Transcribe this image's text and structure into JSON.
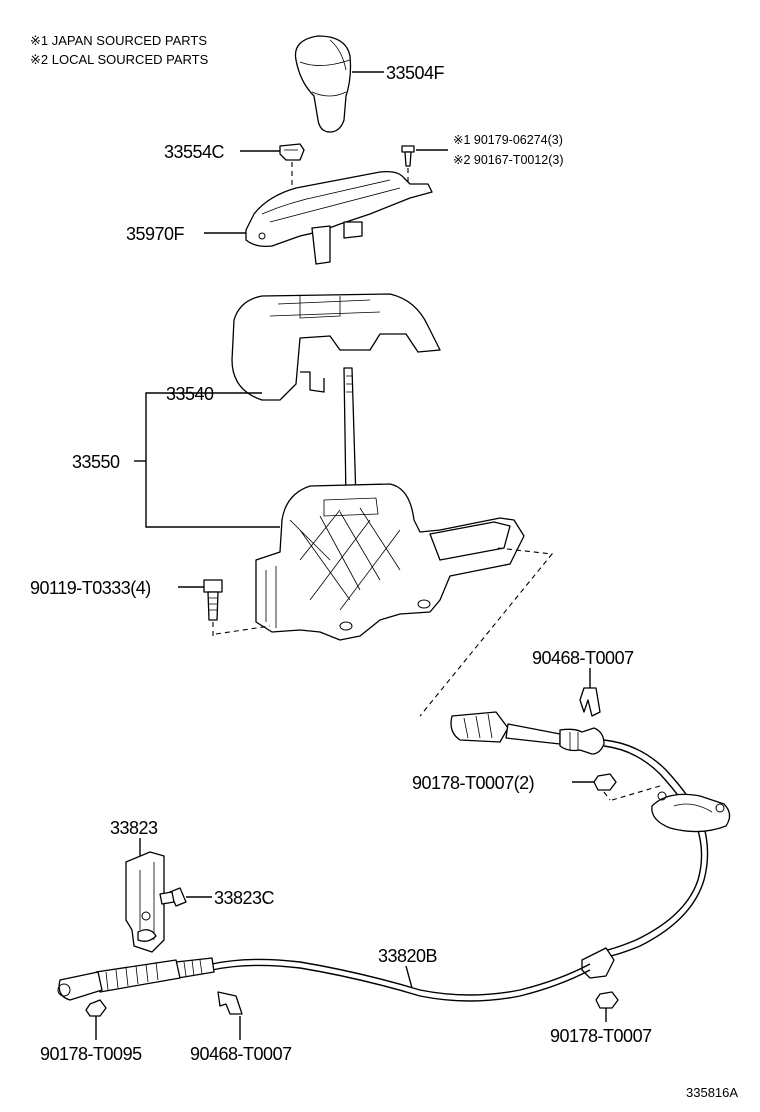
{
  "notes": [
    "※1 JAPAN SOURCED PARTS",
    "※2 LOCAL SOURCED PARTS"
  ],
  "labels": {
    "knob": "33504F",
    "clip": "33554C",
    "screw_jp": "※1 90179-06274(3)",
    "screw_local": "※2 90167-T0012(3)",
    "indicator": "35970F",
    "housing_cover": "33540",
    "shift_lever_assy": "33550",
    "bolt": "90119-T0333(4)",
    "cable_clip_top": "90468-T0007",
    "nut_mid": "90178-T0007(2)",
    "bracket": "33823",
    "bracket_bolt": "33823C",
    "cable": "33820B",
    "nut_end": "90178-T0095",
    "cable_clip_bottom": "90468-T0007",
    "nut_right": "90178-T0007"
  },
  "diagram_code": "335816A"
}
